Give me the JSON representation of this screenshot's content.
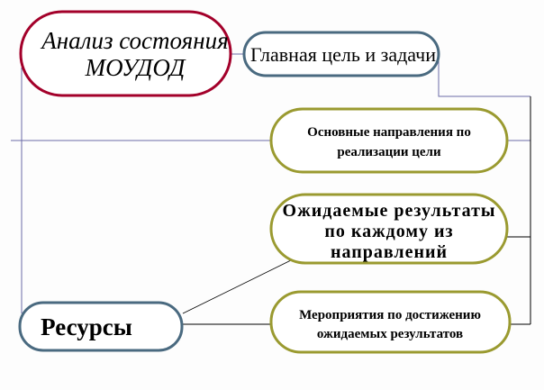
{
  "colors": {
    "analysis": "#a3002a",
    "blue": "#4a6a80",
    "olive": "#9a9a30",
    "connector": "#6a6aa8"
  },
  "nodes": {
    "analysis": {
      "line1": "Анализ состояния",
      "line2": "МОУДОД"
    },
    "goal": {
      "label": "Главная цель и задачи"
    },
    "directions": {
      "line1": "Основные направления по",
      "line2": "реализации цели"
    },
    "results": {
      "line1": "Ожидаемые результаты",
      "line2": "по каждому из",
      "line3": "направлений"
    },
    "activities": {
      "line1": "Мероприятия по достижению",
      "line2": "ожидаемых результатов"
    },
    "resources": {
      "label": "Ресурсы"
    }
  }
}
